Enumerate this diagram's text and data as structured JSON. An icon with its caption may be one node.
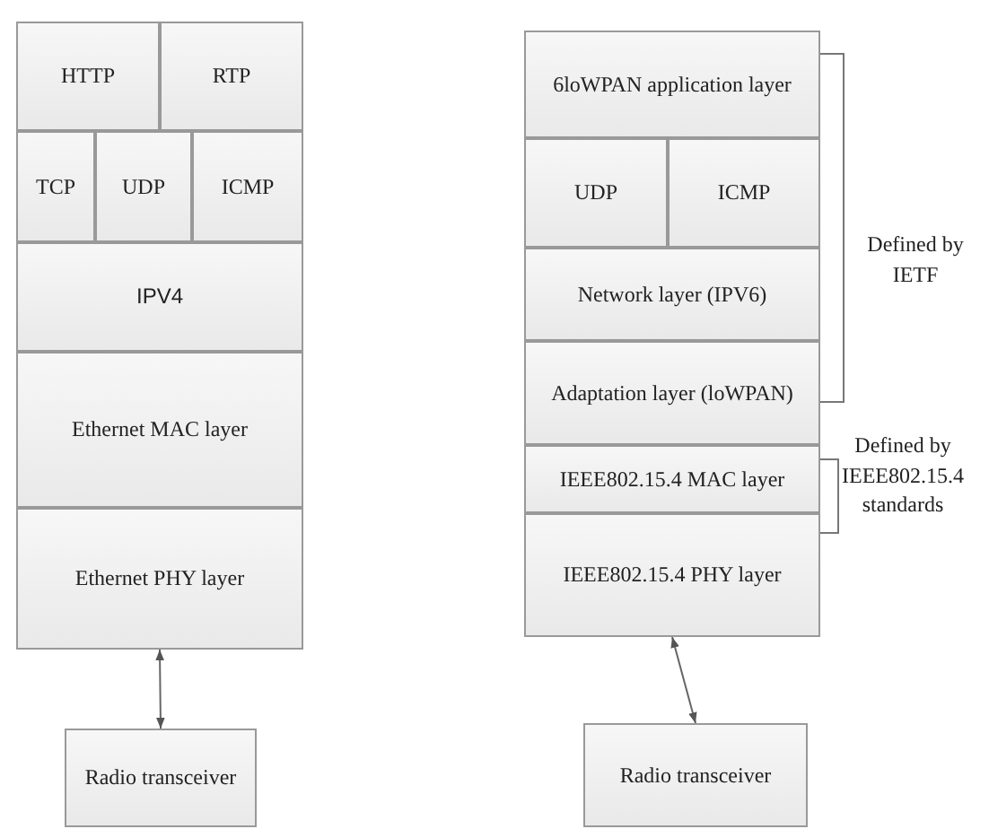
{
  "diagram": {
    "nodes": [
      {
        "text": [
          "HTTP"
        ]
      },
      {
        "text": [
          "RTP"
        ]
      },
      {
        "text": [
          "TCP"
        ]
      },
      {
        "text": [
          "UDP"
        ]
      },
      {
        "text": [
          "ICMP"
        ]
      },
      {
        "text": [
          "IPV4"
        ]
      },
      {
        "text": [
          "Ethernet MAC layer"
        ]
      },
      {
        "text": [
          "Ethernet PHY layer"
        ]
      },
      {
        "text": [
          "Radio transceiver"
        ]
      },
      {
        "text": [
          "6loWPAN application layer"
        ]
      },
      {
        "text": [
          "UDP"
        ]
      },
      {
        "text": [
          "ICMP"
        ]
      },
      {
        "text": [
          "Network layer (IPV6)"
        ]
      },
      {
        "text": [
          "Adaptation layer (loWPAN)"
        ]
      },
      {
        "text": [
          "IEEE802.15.4 MAC layer"
        ]
      },
      {
        "text": [
          "IEEE802.15.4 PHY layer"
        ]
      },
      {
        "text": [
          "Radio transceiver"
        ]
      }
    ],
    "edges": [
      {
        "from": 7,
        "to": 8,
        "arrow": "both"
      },
      {
        "from": 15,
        "to": 16,
        "arrow": "both"
      }
    ],
    "labels": [
      "Defined by IETF",
      "Defined by IEEE802.15.4 standards"
    ]
  }
}
